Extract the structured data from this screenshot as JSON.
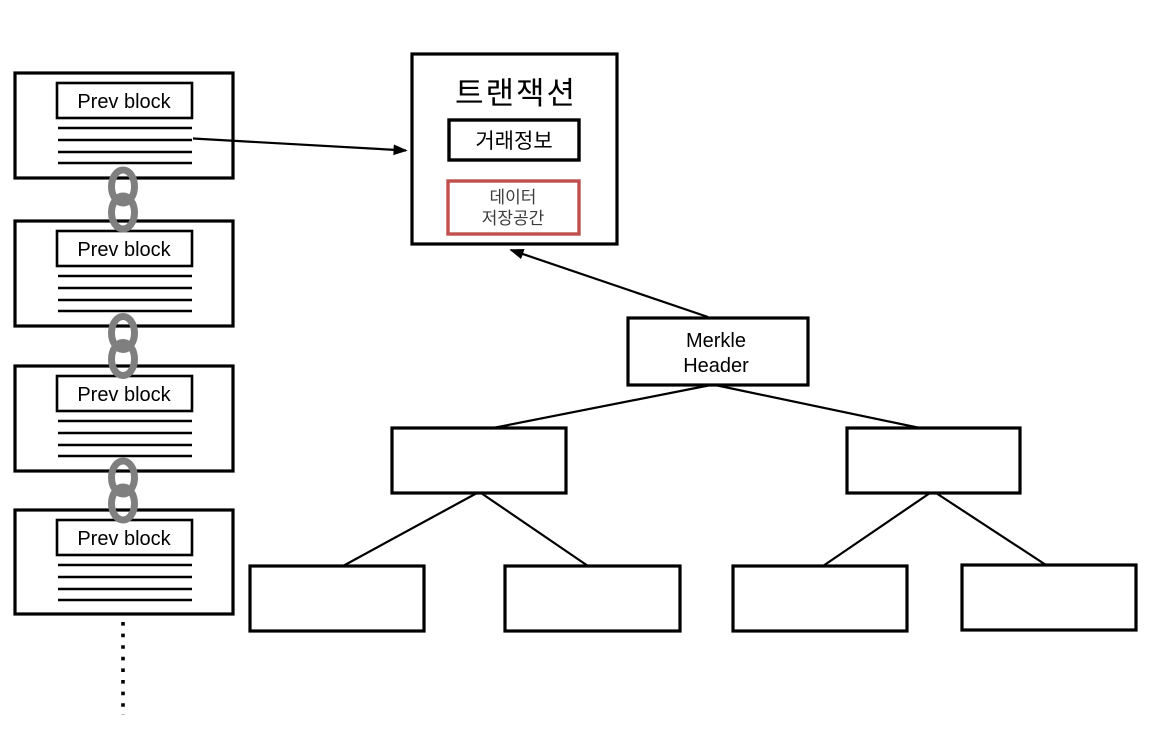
{
  "colors": {
    "outline": "#000000",
    "chain_link": "#7f7f7f",
    "data_storage_border": "#c0504d",
    "background": "#ffffff"
  },
  "blockchain": {
    "blocks": [
      {
        "label": "Prev block"
      },
      {
        "label": "Prev block"
      },
      {
        "label": "Prev block"
      },
      {
        "label": "Prev block"
      }
    ]
  },
  "transaction": {
    "title": "트랜잭션",
    "trade_info": "거래정보",
    "data_storage_line1": "데이터",
    "data_storage_line2": "저장공간"
  },
  "merkle": {
    "header_line1": "Merkle",
    "header_line2": "Header"
  }
}
